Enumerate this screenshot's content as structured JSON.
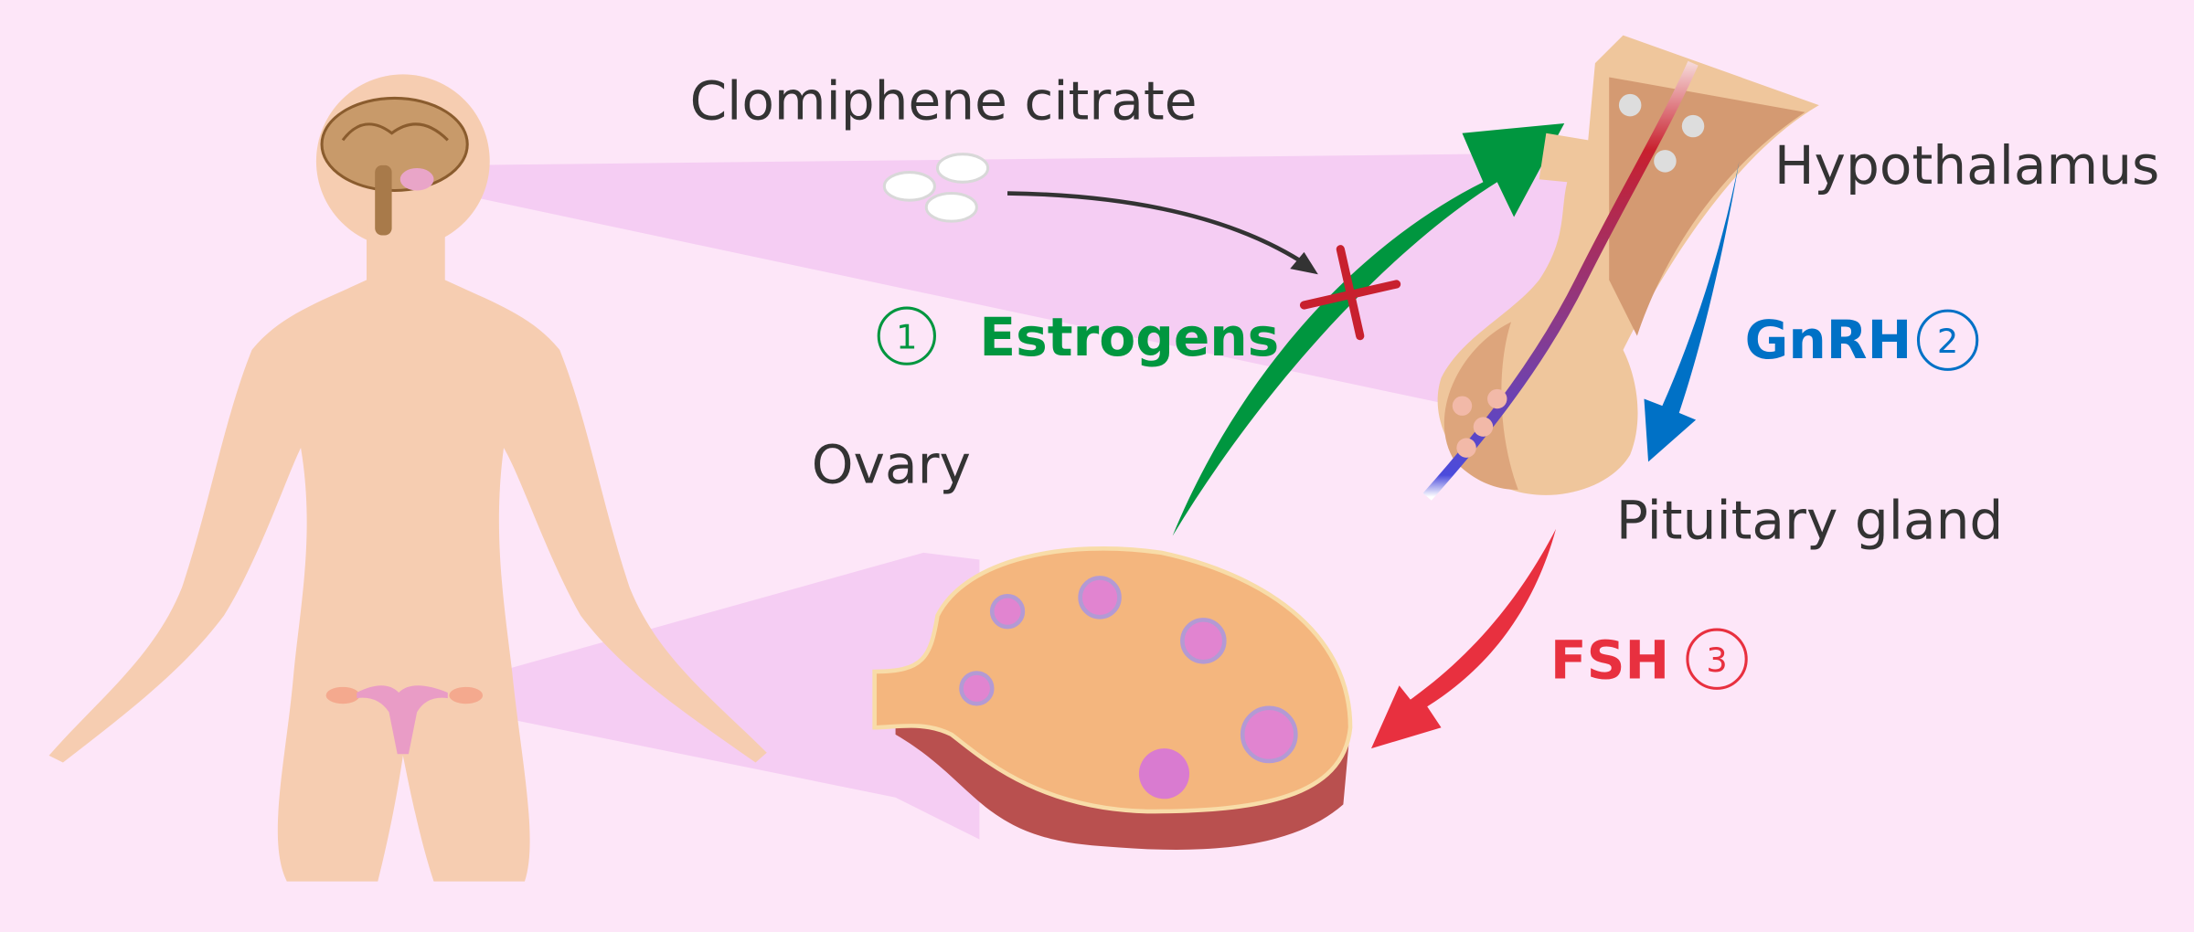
{
  "labels": {
    "drug": "Clomiphene citrate",
    "hypothalamus": "Hypothalamus",
    "pituitary": "Pituitary gland",
    "ovary": "Ovary"
  },
  "hormones": [
    {
      "step": "1",
      "name": "Estrogens",
      "color": "#00963f"
    },
    {
      "step": "2",
      "name": "GnRH",
      "color": "#0071c6"
    },
    {
      "step": "3",
      "name": "FSH",
      "color": "#e8303f"
    }
  ],
  "colors": {
    "background": "#fde6f8",
    "skin": "#f6cdb1",
    "projection": "#f5cdf3",
    "text": "#333333"
  }
}
